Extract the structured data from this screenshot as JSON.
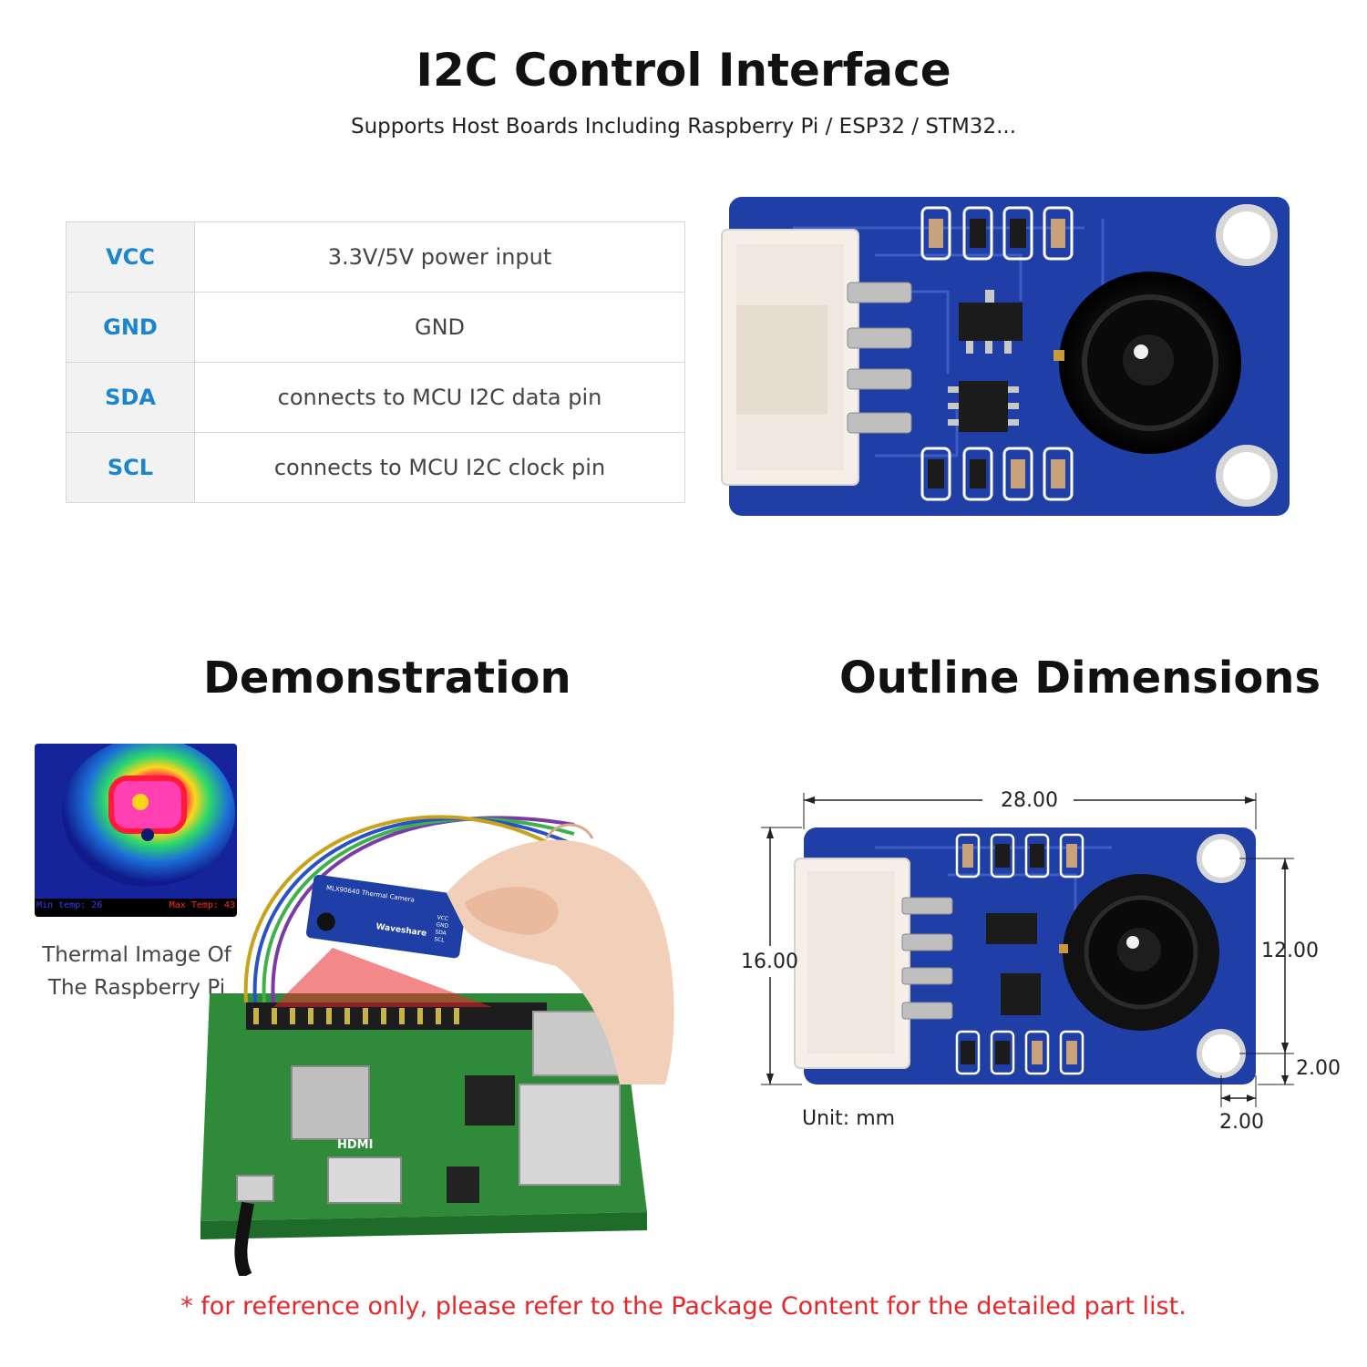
{
  "header": {
    "title": "I2C Control Interface",
    "subtitle": "Supports Host Boards Including Raspberry Pi / ESP32 / STM32..."
  },
  "pins": [
    {
      "name": "VCC",
      "description": "3.3V/5V power input"
    },
    {
      "name": "GND",
      "description": "GND"
    },
    {
      "name": "SDA",
      "description": "connects to MCU I2C data pin"
    },
    {
      "name": "SCL",
      "description": "connects to MCU I2C clock pin"
    }
  ],
  "demonstration": {
    "title": "Demonstration",
    "caption_line1": "Thermal Image Of",
    "caption_line2": "The Raspberry Pi",
    "thermal_min": "Min temp: 26",
    "thermal_max": "Max Temp: 43",
    "module_label": "MLX90640 Thermal Camera",
    "module_pins": [
      "VCC",
      "GND",
      "SDA",
      "SCL"
    ],
    "brand": "Waveshare",
    "board_label": "HDMI"
  },
  "dimensions": {
    "title": "Outline Dimensions",
    "width": "28.00",
    "height": "16.00",
    "hole_spacing": "12.00",
    "hole_offset_y": "2.00",
    "hole_offset_x": "2.00",
    "unit": "Unit: mm"
  },
  "footnote": "* for reference only, please refer to the Package Content for the detailed part list.",
  "colors": {
    "pin_name": "#1a86d0",
    "pcb_blue": "#1f3fa6",
    "footnote": "#e8262a"
  }
}
